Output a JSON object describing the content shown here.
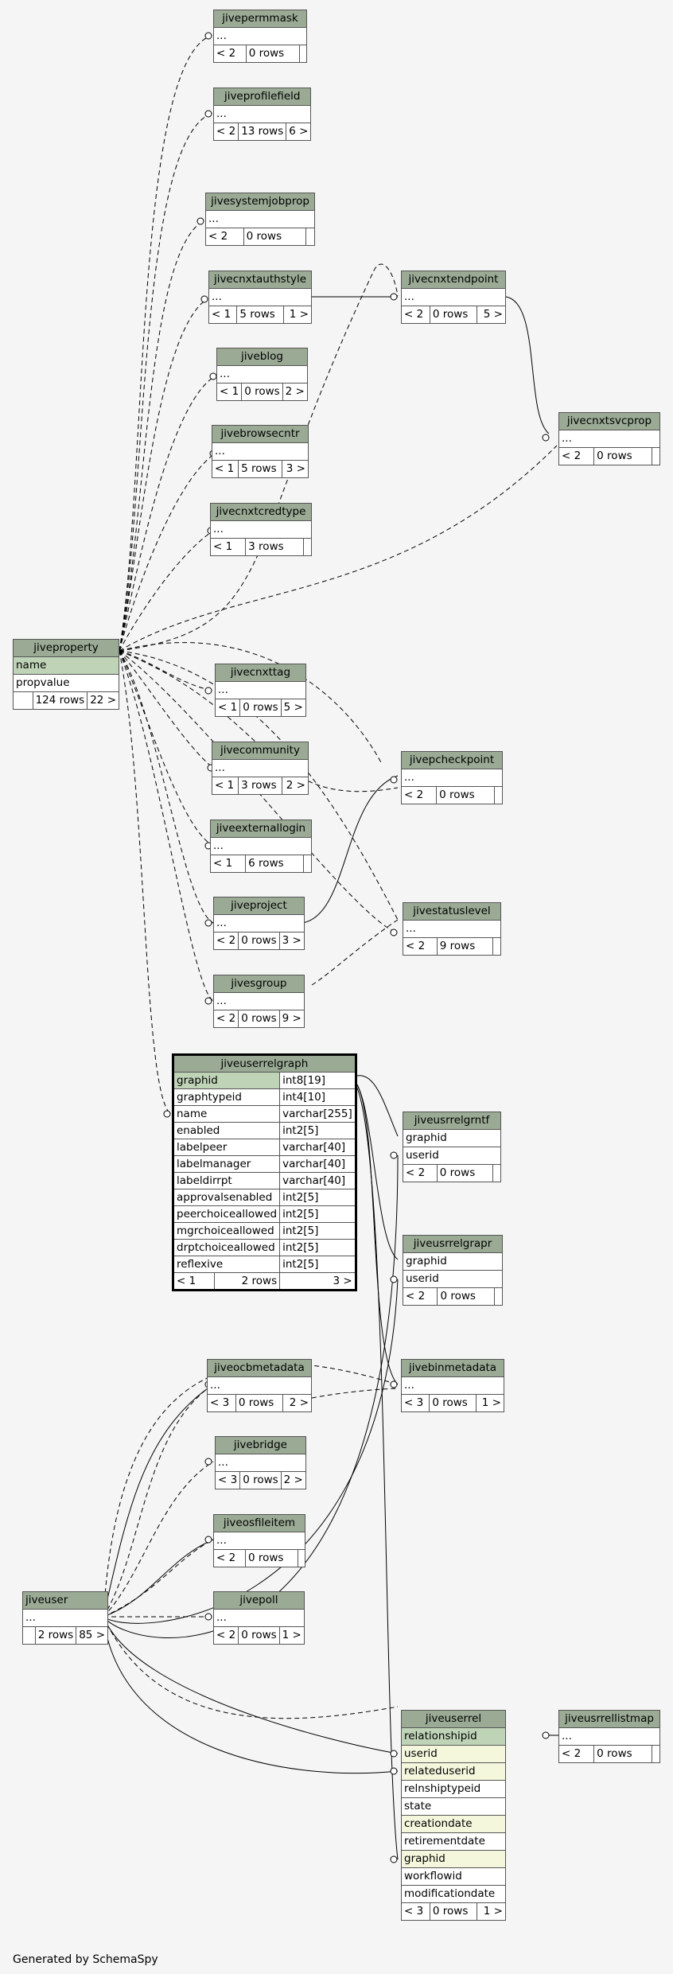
{
  "footer": "Generated by SchemaSpy",
  "focus_table": {
    "name": "jiveuserrelgraph",
    "columns": [
      {
        "name": "graphid",
        "type": "int8[19]"
      },
      {
        "name": "graphtypeid",
        "type": "int4[10]"
      },
      {
        "name": "name",
        "type": "varchar[255]"
      },
      {
        "name": "enabled",
        "type": "int2[5]"
      },
      {
        "name": "labelpeer",
        "type": "varchar[40]"
      },
      {
        "name": "labelmanager",
        "type": "varchar[40]"
      },
      {
        "name": "labeldirrpt",
        "type": "varchar[40]"
      },
      {
        "name": "approvalsenabled",
        "type": "int2[5]"
      },
      {
        "name": "peerchoiceallowed",
        "type": "int2[5]"
      },
      {
        "name": "mgrchoiceallowed",
        "type": "int2[5]"
      },
      {
        "name": "drptchoiceallowed",
        "type": "int2[5]"
      },
      {
        "name": "reflexive",
        "type": "int2[5]"
      }
    ],
    "footer": {
      "parents": "< 1",
      "rows": "2 rows",
      "children": "3 >"
    }
  },
  "tables": [
    {
      "name": "jivepermmask",
      "rows": [
        "..."
      ],
      "footer": {
        "parents": "< 2",
        "rows": "0 rows",
        "children": ""
      }
    },
    {
      "name": "jiveprofilefield",
      "rows": [
        "..."
      ],
      "footer": {
        "parents": "< 2",
        "rows": "13 rows",
        "children": "6 >"
      }
    },
    {
      "name": "jivesystemjobprop",
      "rows": [
        "..."
      ],
      "footer": {
        "parents": "< 2",
        "rows": "0 rows",
        "children": ""
      }
    },
    {
      "name": "jivecnxtauthstyle",
      "rows": [
        "..."
      ],
      "footer": {
        "parents": "< 1",
        "rows": "5 rows",
        "children": "1 >"
      }
    },
    {
      "name": "jivecnxtendpoint",
      "rows": [
        "..."
      ],
      "footer": {
        "parents": "< 2",
        "rows": "0 rows",
        "children": "5 >"
      }
    },
    {
      "name": "jiveblog",
      "rows": [
        "..."
      ],
      "footer": {
        "parents": "< 1",
        "rows": "0 rows",
        "children": "2 >"
      }
    },
    {
      "name": "jivecnxtsvcprop",
      "rows": [
        "..."
      ],
      "footer": {
        "parents": "< 2",
        "rows": "0 rows",
        "children": ""
      }
    },
    {
      "name": "jivebrowsecntr",
      "rows": [
        "..."
      ],
      "footer": {
        "parents": "< 1",
        "rows": "5 rows",
        "children": "3 >"
      }
    },
    {
      "name": "jivecnxtcredtype",
      "rows": [
        "..."
      ],
      "footer": {
        "parents": "< 1",
        "rows": "3 rows",
        "children": ""
      }
    },
    {
      "name": "jiveproperty",
      "rows": [
        "name",
        "propvalue"
      ],
      "footer": {
        "parents": "",
        "rows": "124 rows",
        "children": "22 >"
      }
    },
    {
      "name": "jivecnxttag",
      "rows": [
        "..."
      ],
      "footer": {
        "parents": "< 1",
        "rows": "0 rows",
        "children": "5 >"
      }
    },
    {
      "name": "jivecommunity",
      "rows": [
        "..."
      ],
      "footer": {
        "parents": "< 1",
        "rows": "3 rows",
        "children": "2 >"
      }
    },
    {
      "name": "jivepcheckpoint",
      "rows": [
        "..."
      ],
      "footer": {
        "parents": "< 2",
        "rows": "0 rows",
        "children": ""
      }
    },
    {
      "name": "jiveexternallogin",
      "rows": [
        "..."
      ],
      "footer": {
        "parents": "< 1",
        "rows": "6 rows",
        "children": ""
      }
    },
    {
      "name": "jiveproject",
      "rows": [
        "..."
      ],
      "footer": {
        "parents": "< 2",
        "rows": "0 rows",
        "children": "3 >"
      }
    },
    {
      "name": "jivestatuslevel",
      "rows": [
        "..."
      ],
      "footer": {
        "parents": "< 2",
        "rows": "9 rows",
        "children": ""
      }
    },
    {
      "name": "jivesgroup",
      "rows": [
        "..."
      ],
      "footer": {
        "parents": "< 2",
        "rows": "0 rows",
        "children": "9 >"
      }
    },
    {
      "name": "jiveusrrelgrntf",
      "rows": [
        "graphid",
        "userid"
      ],
      "footer": {
        "parents": "< 2",
        "rows": "0 rows",
        "children": ""
      }
    },
    {
      "name": "jiveusrrelgrapr",
      "rows": [
        "graphid",
        "userid"
      ],
      "footer": {
        "parents": "< 2",
        "rows": "0 rows",
        "children": ""
      }
    },
    {
      "name": "jiveocbmetadata",
      "rows": [
        "..."
      ],
      "footer": {
        "parents": "< 3",
        "rows": "0 rows",
        "children": "2 >"
      }
    },
    {
      "name": "jivebinmetadata",
      "rows": [
        "..."
      ],
      "footer": {
        "parents": "< 3",
        "rows": "0 rows",
        "children": "1 >"
      }
    },
    {
      "name": "jivebridge",
      "rows": [
        "..."
      ],
      "footer": {
        "parents": "< 3",
        "rows": "0 rows",
        "children": "2 >"
      }
    },
    {
      "name": "jiveosfileitem",
      "rows": [
        "..."
      ],
      "footer": {
        "parents": "< 2",
        "rows": "0 rows",
        "children": ""
      }
    },
    {
      "name": "jiveuser",
      "rows": [
        "..."
      ],
      "footer": {
        "parents": "",
        "rows": "2 rows",
        "children": "85 >"
      }
    },
    {
      "name": "jivepoll",
      "rows": [
        "..."
      ],
      "footer": {
        "parents": "< 2",
        "rows": "0 rows",
        "children": "1 >"
      }
    },
    {
      "name": "jiveuserrel",
      "rows": [
        "relationshipid",
        "userid",
        "relateduserid",
        "relnshiptypeid",
        "state",
        "creationdate",
        "retirementdate",
        "graphid",
        "workflowid",
        "modificationdate"
      ],
      "footer": {
        "parents": "< 3",
        "rows": "0 rows",
        "children": "1 >"
      }
    },
    {
      "name": "jiveusrrellistmap",
      "rows": [
        "..."
      ],
      "footer": {
        "parents": "< 2",
        "rows": "0 rows",
        "children": ""
      }
    }
  ]
}
